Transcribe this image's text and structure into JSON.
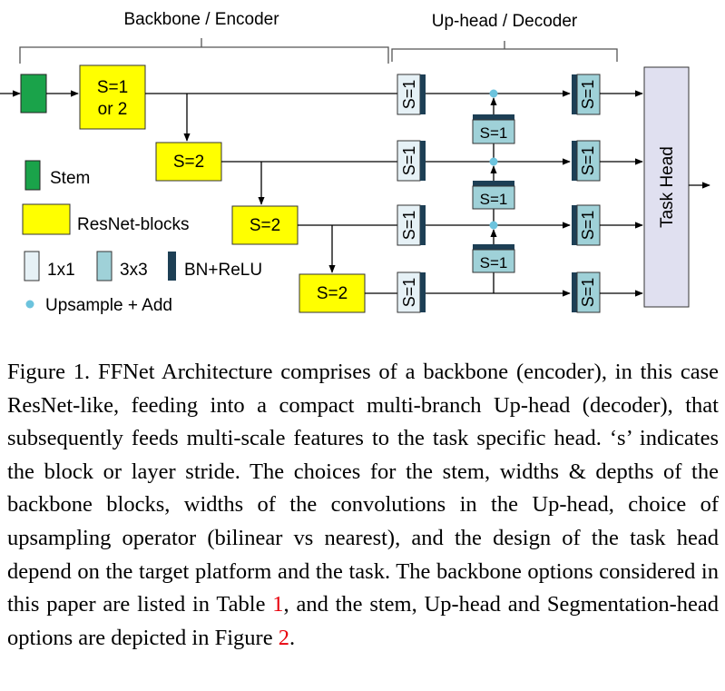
{
  "diagram": {
    "section_labels": {
      "backbone": "Backbone / Encoder",
      "uphead": "Up-head / Decoder"
    },
    "backbone_blocks": [
      "S=1\nor 2",
      "S=2",
      "S=2",
      "S=2"
    ],
    "conv1x1_label": "S=1",
    "conv3x3_label": "S=1",
    "task_head": "Task Head",
    "legend": {
      "stem": "Stem",
      "resnet": "ResNet-blocks",
      "c1x1": "1x1",
      "c3x3": "3x3",
      "bnrelu": "BN+ReLU",
      "upsample": "Upsample + Add"
    },
    "colors": {
      "stem": "#1aa34a",
      "resnet": "#ffff00",
      "conv1x1": "#e6f1f6",
      "conv3x3": "#9fd1d8",
      "bn": "#1d3f55",
      "taskhead": "#e0e0f0",
      "dot": "#6cc3dd"
    }
  },
  "caption": {
    "text_before_ref1": "Figure 1. FFNet Architecture comprises of a backbone (encoder), in this case ResNet-like, feeding into a compact multi-branch Up-head (decoder), that subsequently feeds multi-scale features to the task specific head. ‘s’ indicates the block or layer stride. The choices for the stem, widths & depths of the backbone blocks, widths of the convolutions in the Up-head, choice of upsampling operator (bilinear vs nearest), and the design of the task head depend on the target platform and the task. The backbone options considered in this paper are listed in Table ",
    "ref1": "1",
    "text_between": ", and the stem, Up-head and Segmentation-head options are depicted in Figure ",
    "ref2": "2",
    "text_after": "."
  }
}
